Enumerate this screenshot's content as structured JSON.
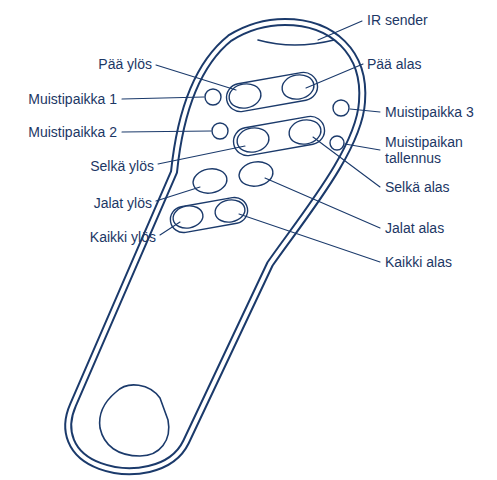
{
  "diagram": {
    "labels": [
      "IR sender",
      "Pää ylös",
      "Pää alas",
      "Muistipaikka 1",
      "Muistipaikka 3",
      "Muistipaikka 2",
      "Muistipaikan tallennus",
      "Selkä ylös",
      "Selkä alas",
      "Jalat ylös",
      "Jalat alas",
      "Kaikki ylös",
      "Kaikki alas"
    ]
  }
}
